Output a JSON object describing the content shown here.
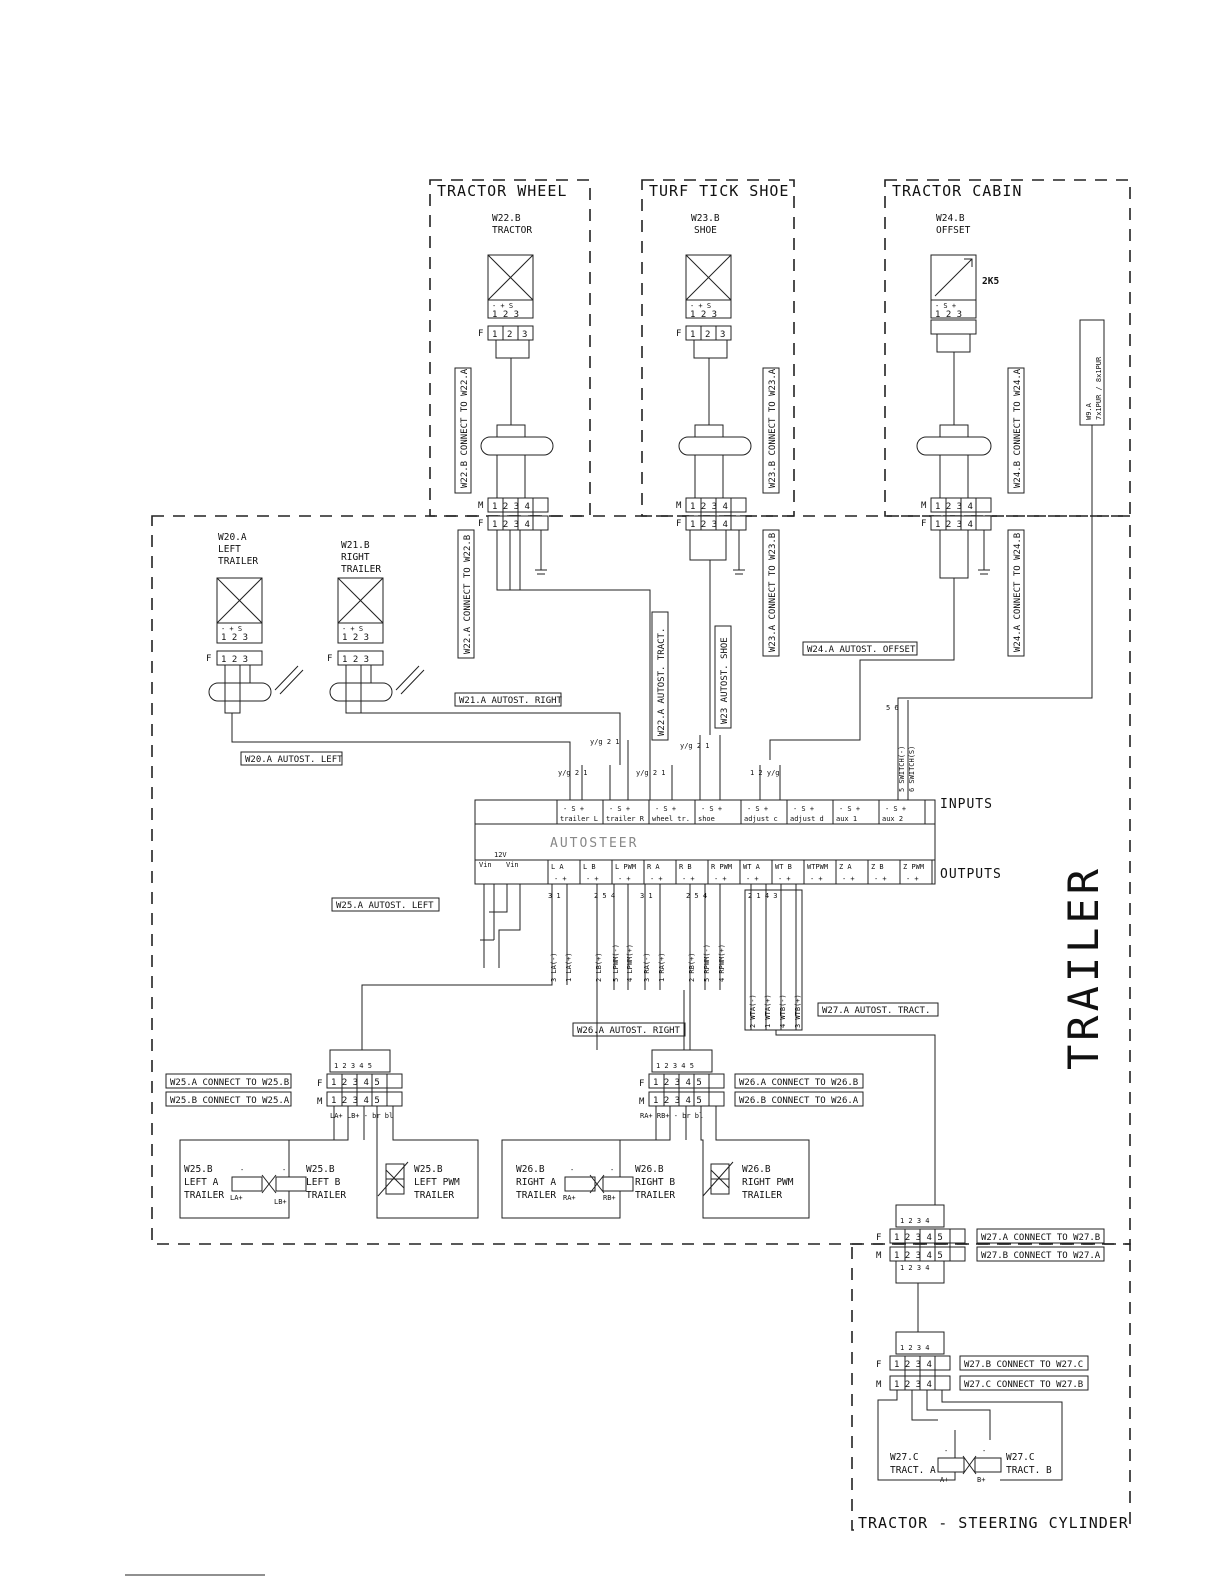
{
  "zones": {
    "tractor_wheel": "TRACTOR WHEEL",
    "turf_tick_shoe": "TURF TICK SHOE",
    "tractor_cabin": "TRACTOR CABIN",
    "trailer": "TRAILER",
    "steering_cylinder": "TRACTOR - STEERING CYLINDER"
  },
  "sensors": {
    "w22b": {
      "id": "W22.B",
      "name": "TRACTOR"
    },
    "w23b": {
      "id": "W23.B",
      "name": "SHOE"
    },
    "w24b": {
      "id": "W24.B",
      "name": "OFFSET",
      "value": "2K5"
    },
    "w20a": {
      "id": "W20.A",
      "line1": "LEFT",
      "line2": "TRAILER"
    },
    "w21b": {
      "id": "W21.B",
      "line1": "RIGHT",
      "line2": "TRAILER"
    }
  },
  "cable_w9a": {
    "line1": "W9.A",
    "line2": "7x1PUR / 8x1PUR"
  },
  "vertical_labels": {
    "w22b_to_w22a": "W22.B CONNECT TO W22.A",
    "w22a_to_w22b": "W22.A CONNECT TO W22.B",
    "w23b_to_w23a": "W23.B CONNECT TO W23.A",
    "w23a_to_w23b": "W23.A CONNECT TO W23.B",
    "w24b_to_w24a": "W24.B CONNECT TO W24.A",
    "w24a_to_w24b": "W24.A CONNECT TO W24.B",
    "w22a_tract": "W22.A AUTOST. TRACT.",
    "w23_shoe": "W23 AUTOST. SHOE"
  },
  "cable_labels": {
    "w24a_offset": "W24.A AUTOST. OFFSET",
    "w21a_right": "W21.A AUTOST. RIGHT",
    "w20a_left": "W20.A AUTOST. LEFT",
    "w25a_left": "W25.A AUTOST. LEFT",
    "w26a_right": "W26.A AUTOST. RIGHT",
    "w27a_tract": "W27.A AUTOST. TRACT."
  },
  "connector_labels": {
    "w25a_to_w25b": "W25.A CONNECT TO W25.B",
    "w25b_to_w25a": "W25.B CONNECT TO W25.A",
    "w26a_to_w26b": "W26.A CONNECT TO W26.B",
    "w26b_to_w26a": "W26.B CONNECT TO W26.A",
    "w27a_to_w27b": "W27.A CONNECT TO W27.B",
    "w27b_to_w27a": "W27.B CONNECT TO W27.A",
    "w27b_to_w27c": "W27.B CONNECT TO W27.C",
    "w27c_to_w27b": "W27.C CONNECT TO W27.B"
  },
  "autosteer": {
    "name": "AUTOSTEER",
    "inputs_label": "INPUTS",
    "outputs_label": "OUTPUTS",
    "input_groups": [
      "trailer L",
      "trailer R",
      "wheel tr.",
      "shoe",
      "adjust c",
      "adjust d",
      "aux 1",
      "aux 2"
    ],
    "output_groups": [
      "L A",
      "L B",
      "L PWM",
      "R A",
      "R B",
      "R PWM",
      "WT A",
      "WT B",
      "WTPWM",
      "Z A",
      "Z B",
      "Z PWM"
    ],
    "power_group": "12V",
    "power_pins": [
      "Vin",
      "Vin"
    ],
    "switch_wires": [
      "5 SWITCH(-)",
      "6 SWITCH(S)"
    ],
    "left_wires": [
      "3 LA(-)",
      "1 LA(+)",
      "2 LB(+)",
      "5 LPWM(-)",
      "4 LPWM(+)"
    ],
    "right_wires": [
      "3 RA(-)",
      "1 RA(+)",
      "2 RB(+)",
      "5 RPWM(-)",
      "4 RPWM(+)"
    ],
    "tract_wires": [
      "2 WTA(-)",
      "1 WTA(+)",
      "4 WTB(-)",
      "3 WTB(+)"
    ]
  },
  "valves": {
    "w25b_left_a": {
      "id": "W25.B",
      "line1": "LEFT A",
      "line2": "TRAILER"
    },
    "w25b_left_b": {
      "id": "W25.B",
      "line1": "LEFT B",
      "line2": "TRAILER"
    },
    "w25b_left_pwm": {
      "id": "W25.B",
      "line1": "LEFT PWM",
      "line2": "TRAILER"
    },
    "w26b_right_a": {
      "id": "W26.B",
      "line1": "RIGHT A",
      "line2": "TRAILER"
    },
    "w26b_right_b": {
      "id": "W26.B",
      "line1": "RIGHT B",
      "line2": "TRAILER"
    },
    "w26b_right_pwm": {
      "id": "W26.B",
      "line1": "RIGHT PWM",
      "line2": "TRAILER"
    },
    "w27c_tract_a": {
      "id": "W27.C",
      "line1": "TRACT. A"
    },
    "w27c_tract_b": {
      "id": "W27.C",
      "line1": "TRACT. B"
    }
  }
}
